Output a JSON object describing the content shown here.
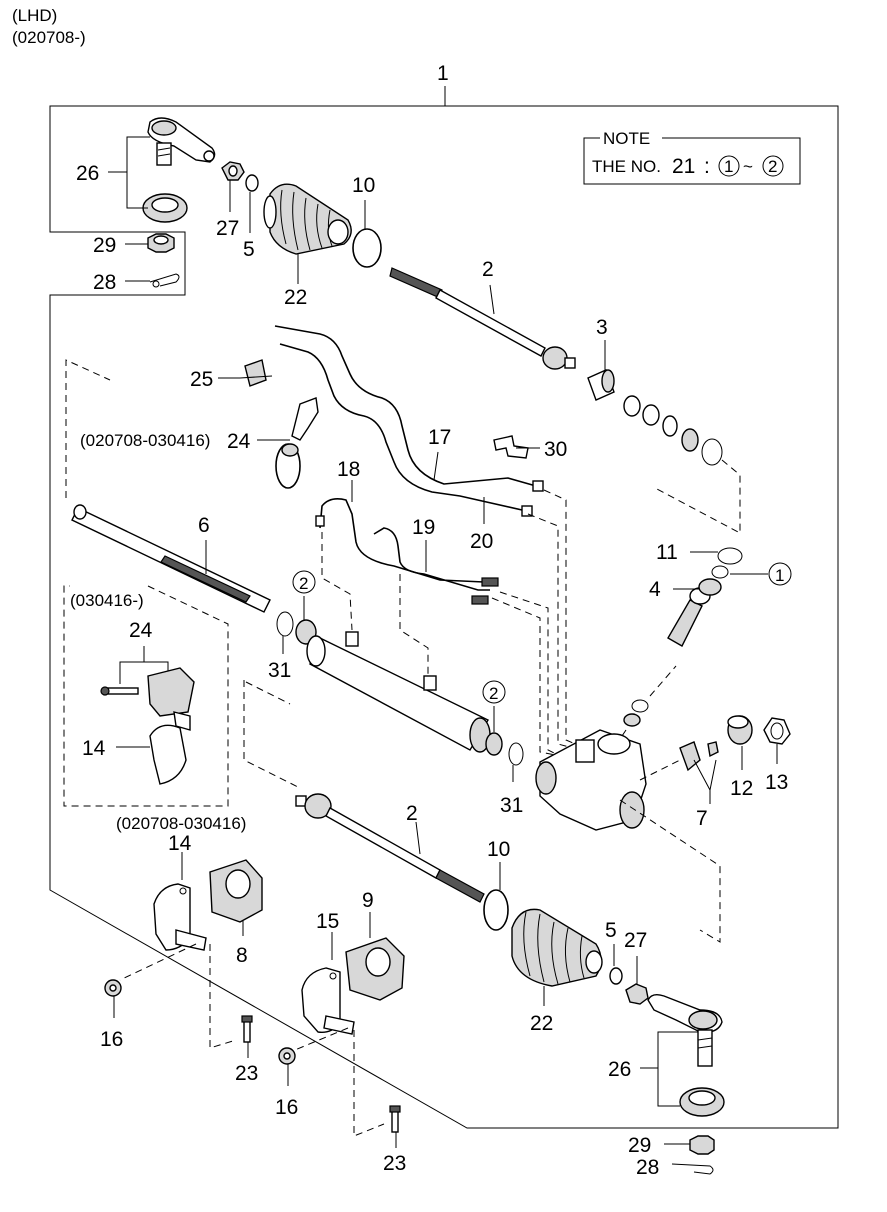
{
  "header": {
    "line1": "(LHD)",
    "line2": "(020708-)"
  },
  "note": {
    "title": "NOTE",
    "prefix": "THE NO.",
    "number": "21",
    "colon": ":",
    "refs": [
      "1",
      "2"
    ],
    "tilde": "~"
  },
  "variants": {
    "v1": "(020708-030416)",
    "v2": "(030416-)",
    "v3": "(020708-030416)"
  },
  "callouts": {
    "c1": "1",
    "c2a": "2",
    "c2b": "2",
    "c3": "3",
    "c4": "4",
    "c5a": "5",
    "c5b": "5",
    "c6": "6",
    "c7": "7",
    "c8": "8",
    "c9": "9",
    "c10a": "10",
    "c10b": "10",
    "c11": "11",
    "c12": "12",
    "c13": "13",
    "c14a": "14",
    "c14b": "14",
    "c15": "15",
    "c16a": "16",
    "c16b": "16",
    "c17": "17",
    "c18": "18",
    "c19": "19",
    "c20": "20",
    "c22a": "22",
    "c22b": "22",
    "c23a": "23",
    "c23b": "23",
    "c24a": "24",
    "c24b": "24",
    "c25": "25",
    "c26a": "26",
    "c26b": "26",
    "c27a": "27",
    "c27b": "27",
    "c28a": "28",
    "c28b": "28",
    "c29a": "29",
    "c29b": "29",
    "c30": "30",
    "c31a": "31",
    "c31b": "31",
    "circ1": "1",
    "circ2a": "2",
    "circ2b": "2"
  },
  "icons": [
    "tie-rod-end-icon",
    "bellows-boot-icon",
    "tie-rod-icon",
    "rack-icon",
    "rack-housing-icon",
    "gear-valve-housing-icon",
    "feed-line-icon",
    "bushing-icon",
    "clamp-icon",
    "nut-icon",
    "bolt-icon",
    "cotter-pin-icon",
    "seal-ring-icon",
    "band-clamp-icon"
  ]
}
